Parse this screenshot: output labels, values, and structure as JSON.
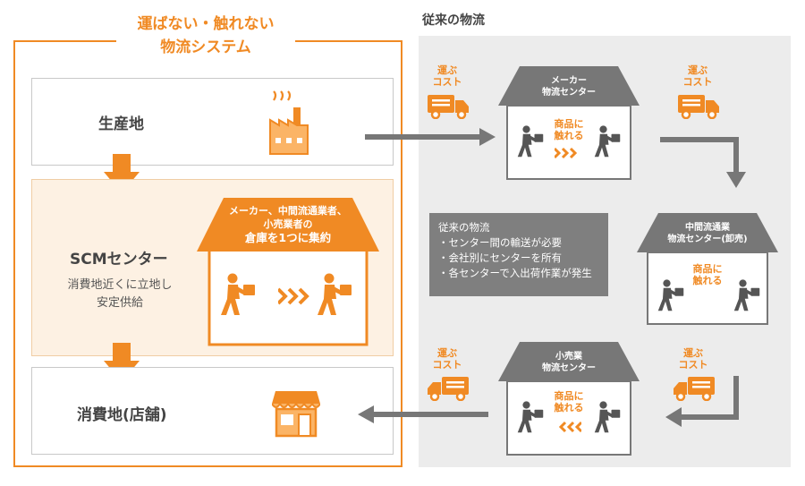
{
  "left": {
    "title_line1": "運ばない・触れない",
    "title_line2": "物流システム",
    "production": {
      "label": "生産地"
    },
    "scm": {
      "label": "SCMセンター",
      "desc_line1": "消費地近くに立地し",
      "desc_line2": "安定供給",
      "roof_line1": "メーカー、中間流通業者、",
      "roof_line2": "小売業者の",
      "roof_line3": "倉庫を1つに集約"
    },
    "consumer": {
      "label": "消費地(店舗)"
    }
  },
  "right": {
    "title": "従来の物流",
    "cost_line1": "運ぶ",
    "cost_line2": "コスト",
    "touch_line1": "商品に",
    "touch_line2": "触れる",
    "maker": {
      "line1": "メーカー",
      "line2": "物流センター"
    },
    "wholesale": {
      "line1": "中間流通業",
      "line2": "物流センター(卸売)"
    },
    "retail": {
      "line1": "小売業",
      "line2": "物流センター"
    },
    "note": {
      "title": "従来の物流",
      "items": [
        "・センター間の輸送が必要",
        "・会社別にセンターを所有",
        "・各センターで入出荷作業が発生"
      ]
    }
  },
  "colors": {
    "accent": "#f08a24",
    "gray": "#7f7f7f",
    "panel": "#ececec"
  }
}
